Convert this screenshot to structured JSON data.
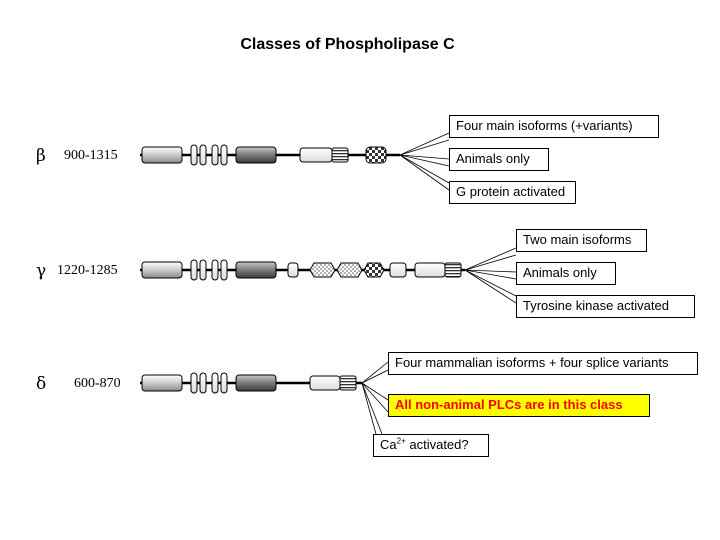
{
  "title": "Classes of Phospholipase C",
  "rows": [
    {
      "symbol": "β",
      "range": "900-1315",
      "callouts": [
        "Four main isoforms (+variants)",
        "Animals only",
        "G protein activated"
      ]
    },
    {
      "symbol": "γ",
      "range": "1220-1285",
      "callouts": [
        "Two main isoforms",
        "Animals only",
        "Tyrosine kinase activated"
      ]
    },
    {
      "symbol": "δ",
      "range": "600-870",
      "callouts": [
        "Four mammalian isoforms + four splice variants",
        "All non-animal PLCs are in this class"
      ],
      "ca_prefix": "Ca",
      "ca_sup": "2+",
      "ca_suffix": " activated?"
    }
  ],
  "colors": {
    "highlight_bg": "#ffff00",
    "highlight_text": "#ff0000"
  }
}
